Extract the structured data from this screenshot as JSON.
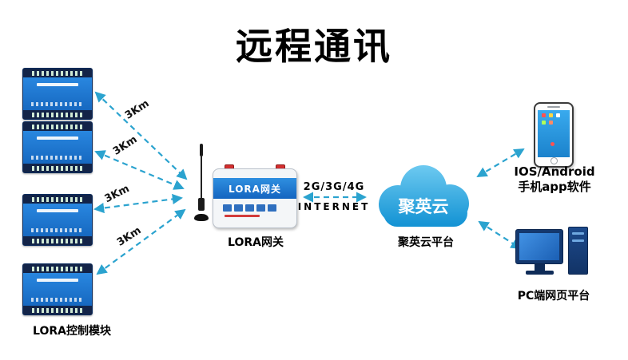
{
  "title": "远程通讯",
  "modules_caption": "LORA控制模块",
  "distance_labels": [
    "3Km",
    "3Km",
    "3Km",
    "3Km"
  ],
  "gateway": {
    "device_text": "LORA网关",
    "caption": "LORA网关"
  },
  "wan": {
    "top": "2G/3G/4G",
    "bottom": "INTERNET"
  },
  "cloud": {
    "text": "聚英云",
    "caption": "聚英云平台"
  },
  "phone": {
    "line1": "IOS/Android",
    "line2": "手机app软件"
  },
  "pc": {
    "caption": "PC端网页平台"
  },
  "colors": {
    "arrow": "#2ba3cf",
    "cloud_top": "#6cc9f0",
    "cloud_bottom": "#0d8fd2",
    "module_blue": "#1976d2"
  }
}
